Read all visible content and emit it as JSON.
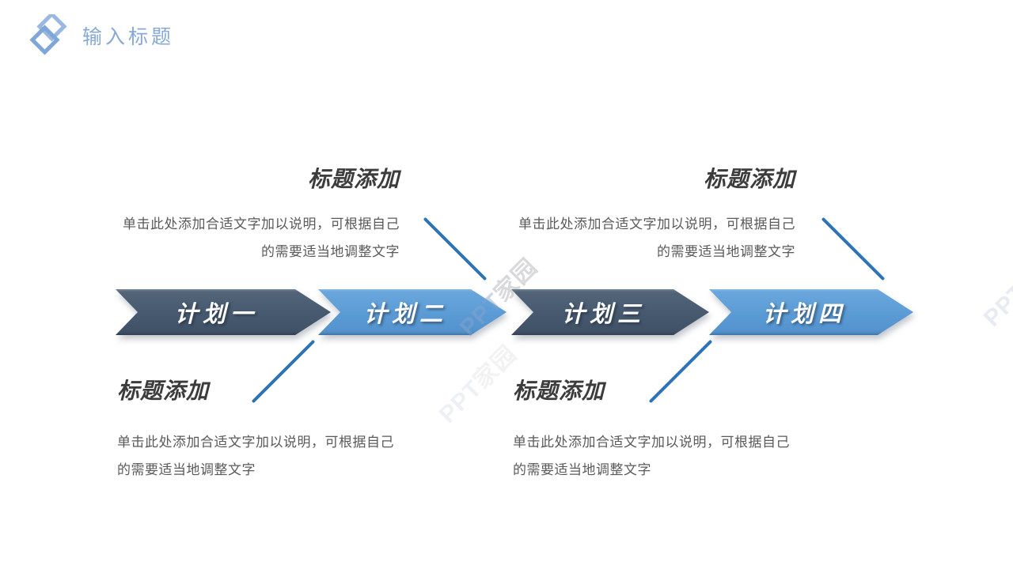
{
  "header": {
    "title": "输入标题"
  },
  "steps": [
    {
      "label": "计划一",
      "style": "dark"
    },
    {
      "label": "计划二",
      "style": "light"
    },
    {
      "label": "计划三",
      "style": "dark"
    },
    {
      "label": "计划四",
      "style": "light"
    }
  ],
  "callouts": [
    {
      "position": "top-left",
      "heading": "标题添加",
      "line1": "单击此处添加合适文字加以说明，可根据自己",
      "line2": "的需要适当地调整文字"
    },
    {
      "position": "top-right",
      "heading": "标题添加",
      "line1": "单击此处添加合适文字加以说明，可根据自己",
      "line2": "的需要适当地调整文字"
    },
    {
      "position": "bottom-left",
      "heading": "标题添加",
      "line1": "单击此处添加合适文字加以说明，可根据自己",
      "line2": "的需要适当地调整文字"
    },
    {
      "position": "bottom-right",
      "heading": "标题添加",
      "line1": "单击此处添加合适文字加以说明，可根据自己",
      "line2": "的需要适当地调整文字"
    }
  ],
  "watermark": {
    "latin": "PPT",
    "cn": "家园"
  },
  "colors": {
    "arrow_dark": "#475a70",
    "arrow_light": "#5b9bd5",
    "title_blue": "#87a9d6",
    "connector_blue": "#2e74b5",
    "heading_text": "#3c3c3c",
    "body_text": "#5a5a5a"
  }
}
